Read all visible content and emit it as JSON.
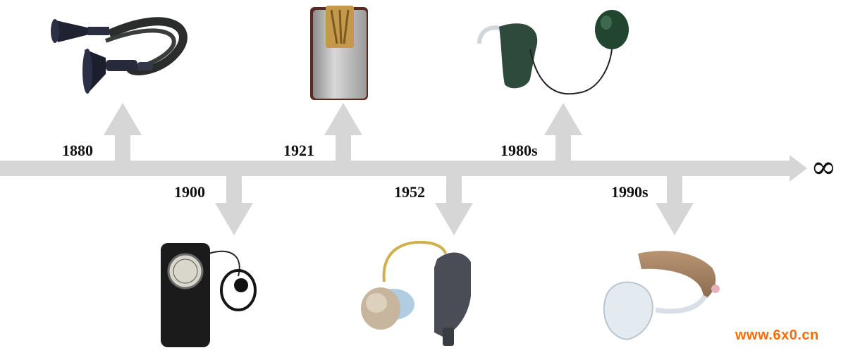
{
  "timeline": {
    "milestones": [
      {
        "year": "1880",
        "device": "ear-trumpet-hearing-aid"
      },
      {
        "year": "1900",
        "device": "carbon-hearing-aid"
      },
      {
        "year": "1921",
        "device": "vacuum-tube-hearing-aid"
      },
      {
        "year": "1952",
        "device": "transistor-hearing-aid"
      },
      {
        "year": "1980s",
        "device": "behind-the-ear-hearing-aid"
      },
      {
        "year": "1990s",
        "device": "digital-behind-the-ear-hearing-aid"
      }
    ],
    "end_symbol": "∞",
    "colors": {
      "axis": "#d6d6d6",
      "text": "#111111"
    }
  },
  "watermark": {
    "text": "www.6x0.cn",
    "color": "#ff6a00"
  }
}
